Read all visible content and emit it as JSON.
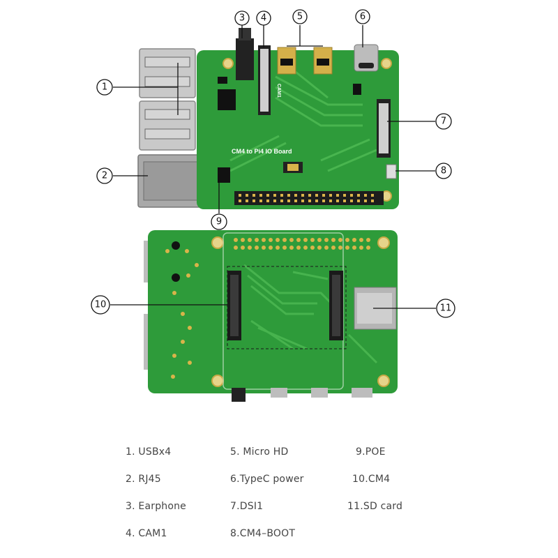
{
  "board": {
    "title": "CM4 to Pi4 IO Board",
    "cam_label": "CAM1"
  },
  "callouts": [
    {
      "num": "1"
    },
    {
      "num": "2"
    },
    {
      "num": "3"
    },
    {
      "num": "4"
    },
    {
      "num": "5"
    },
    {
      "num": "6"
    },
    {
      "num": "7"
    },
    {
      "num": "8"
    },
    {
      "num": "9"
    },
    {
      "num": "10"
    },
    {
      "num": "11"
    }
  ],
  "legend": [
    {
      "label": "1. USBx4"
    },
    {
      "label": "2. RJ45"
    },
    {
      "label": "3. Earphone"
    },
    {
      "label": "4. CAM1"
    },
    {
      "label": "5. Micro HD"
    },
    {
      "label": "6.TypeC power"
    },
    {
      "label": "7.DSI1"
    },
    {
      "label": "8.CM4–BOOT"
    },
    {
      "label": "9.POE"
    },
    {
      "label": "10.CM4"
    },
    {
      "label": "11.SD card"
    }
  ],
  "colors": {
    "pcb": "#2e9b3a",
    "pcb_dark": "#1f7d2a",
    "trace": "#4cb852",
    "metal": "#b9b9b9",
    "metal_dark": "#7d7d7d",
    "gold": "#d9b44a",
    "header_black": "#1d1d1d"
  }
}
